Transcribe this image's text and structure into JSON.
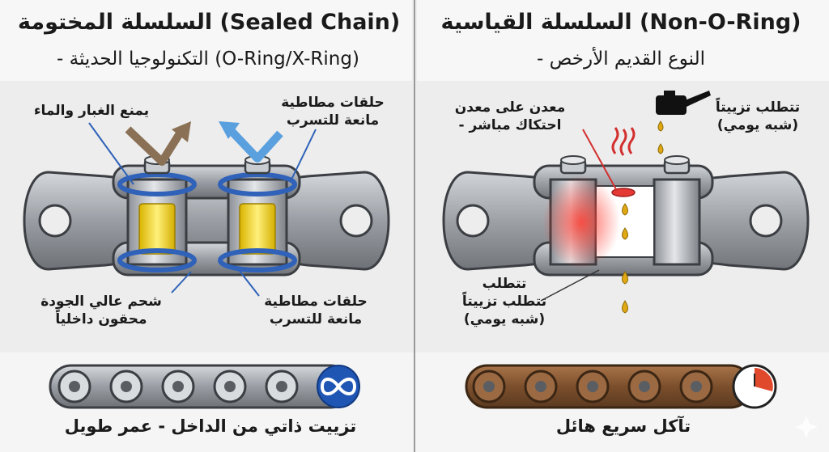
{
  "left": {
    "title": "السلسلة المختومة (Sealed Chain)",
    "subtitle": "- التكنولوجيا الحديثة (O-Ring/X-Ring)",
    "label_dust": "يمنع الغبار والماء",
    "label_rings_top": [
      "حلقات مطاطية",
      "مانعة للتسرب"
    ],
    "label_grease": [
      "شحم عالي الجودة",
      "محقون داخلياً"
    ],
    "label_rings_bottom": [
      "حلقات مطاطية",
      "مانعة للتسرب"
    ],
    "bottom_caption": "تزييت ذاتي من الداخل - عمر طويل",
    "bottom_icon": "infinity-icon"
  },
  "right": {
    "title": "السلسلة القياسية (Non-O-Ring)",
    "subtitle": "- النوع القديم الأرخص",
    "label_metal": [
      "معدن على معدن",
      "- احتكاك مباشر"
    ],
    "label_lube_top": [
      "تتطلب تزييتاً",
      "(شبه يومي)"
    ],
    "label_lube_bottom": [
      "تتطلب",
      "تتطلب تزييتاً",
      "(شبه يومي)"
    ],
    "bottom_caption": "تآكل سريع هائل",
    "bottom_icon": "timer-icon",
    "top_icon": "oil-can-icon"
  },
  "colors": {
    "oring_blue": "#2f62b8",
    "grease_yellow": "#f3d21f",
    "oil_gold": "#e0a814",
    "friction_red": "#e53935",
    "rust_brown": "#8a5a33",
    "steel": "#a9adb3"
  }
}
